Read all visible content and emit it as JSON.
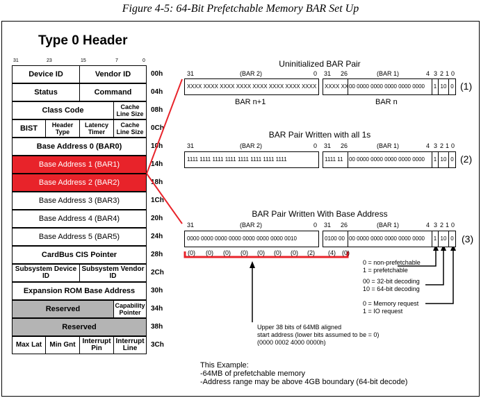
{
  "caption": "Figure 4-5: 64-Bit Prefetchable Memory BAR Set Up",
  "header": {
    "title": "Type 0 Header",
    "bit_numbers": [
      "31",
      "23",
      "15",
      "7",
      "0"
    ],
    "rows": [
      {
        "cells": [
          "Device ID",
          "Vendor ID"
        ],
        "offset": "00h"
      },
      {
        "cells": [
          "Status",
          "Command"
        ],
        "offset": "04h"
      },
      {
        "cells": [
          "Class Code",
          "Cache Line Size"
        ],
        "offset": "08h"
      },
      {
        "cells": [
          "BIST",
          "Header Type",
          "Latency Timer",
          "Cache Line Size"
        ],
        "offset": "0Ch"
      },
      {
        "cells": [
          "Base Address 0 (BAR0)"
        ],
        "offset": "10h"
      },
      {
        "cells": [
          "Base Address 1 (BAR1)"
        ],
        "offset": "14h"
      },
      {
        "cells": [
          "Base Address 2 (BAR2)"
        ],
        "offset": "18h"
      },
      {
        "cells": [
          "Base Address 3 (BAR3)"
        ],
        "offset": "1Ch"
      },
      {
        "cells": [
          "Base Address 4 (BAR4)"
        ],
        "offset": "20h"
      },
      {
        "cells": [
          "Base Address 5 (BAR5)"
        ],
        "offset": "24h"
      },
      {
        "cells": [
          "CardBus CIS Pointer"
        ],
        "offset": "28h"
      },
      {
        "cells": [
          "Subsystem Device ID",
          "Subsystem Vendor ID"
        ],
        "offset": "2Ch"
      },
      {
        "cells": [
          "Expansion ROM Base Address"
        ],
        "offset": "30h"
      },
      {
        "cells": [
          "Reserved",
          "Capability Pointer"
        ],
        "offset": "34h"
      },
      {
        "cells": [
          "Reserved"
        ],
        "offset": "38h"
      },
      {
        "cells": [
          "Max Lat",
          "Min Gnt",
          "Interrupt Pin",
          "Interrupt Line"
        ],
        "offset": "3Ch"
      }
    ]
  },
  "sections": [
    {
      "title": "Uninitialized BAR Pair",
      "bar2": {
        "label": "(BAR 2)",
        "msb": "31",
        "lsb": "0",
        "value": "XXXX XXXX XXXX XXXX XXXX XXXX XXXX XXXX"
      },
      "bar1": {
        "label": "(BAR 1)",
        "msb": "31",
        "mid": "26",
        "lo_bits": [
          "4",
          "3",
          "2",
          "1",
          "0"
        ],
        "prefix": "XXXX XX",
        "value": "00 0000 0000 0000 0000 0000",
        "fields": [
          "1",
          "10",
          "0"
        ]
      },
      "tag": "(1)",
      "names": [
        "BAR n+1",
        "BAR n"
      ]
    },
    {
      "title": "BAR Pair Written with all 1s",
      "bar2": {
        "label": "(BAR 2)",
        "msb": "31",
        "lsb": "0",
        "value": "1111 1111 1111 1111 1111 1111 1111 1111"
      },
      "bar1": {
        "label": "(BAR 1)",
        "msb": "31",
        "mid": "26",
        "lo_bits": [
          "4",
          "3",
          "2",
          "1",
          "0"
        ],
        "prefix": "1111 11",
        "value": "00 0000 0000 0000 0000 0000",
        "fields": [
          "1",
          "10",
          "0"
        ]
      },
      "tag": "(2)"
    },
    {
      "title": "BAR Pair Written With Base Address",
      "bar2": {
        "label": "(BAR 2)",
        "msb": "31",
        "lsb": "0",
        "value": "0000 0000 0000 0000 0000 0000 0000 0010"
      },
      "bar1": {
        "label": "(BAR 1)",
        "msb": "31",
        "mid": "26",
        "lo_bits": [
          "4",
          "3",
          "2",
          "1",
          "0"
        ],
        "prefix": "0100 00",
        "value": "00 0000 0000 0000 0000 0000",
        "fields": [
          "1",
          "10",
          "0"
        ]
      },
      "tag": "(3)",
      "hex_digits": [
        "(0)",
        "(0)",
        "(0)",
        "(0)",
        "(0)",
        "(0)",
        "(0)",
        "(2)",
        "(4)",
        "(0)"
      ]
    }
  ],
  "annotations": {
    "prefetch": [
      "0 = non-prefetchable",
      "1 = prefetchable"
    ],
    "decode": [
      "00 = 32-bit decoding",
      "10 = 64-bit decoding"
    ],
    "memio": [
      "0 = Memory request",
      "1 = IO request"
    ],
    "upper": [
      "Upper 38 bits of 64MB aligned",
      "start address (lower bits assumed to be = 0)",
      "(0000 0002 4000 0000h)"
    ]
  },
  "example": {
    "title": "This Example:",
    "lines": [
      "-64MB of prefetchable memory",
      "-Address range may be above 4GB boundary (64-bit decode)"
    ]
  },
  "colors": {
    "highlight": "#e8232a",
    "reserved": "#b4b4b4"
  }
}
